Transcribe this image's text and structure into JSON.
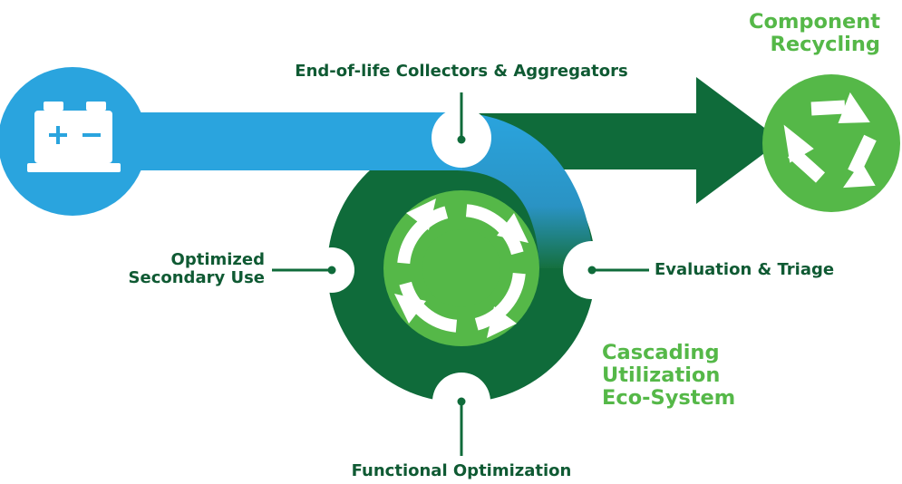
{
  "labels": {
    "component_recycling": [
      "Component",
      "Recycling"
    ],
    "collectors": "End-of-life Collectors & Aggregators",
    "secondary_use": [
      "Optimized",
      "Secondary Use"
    ],
    "evaluation": "Evaluation & Triage",
    "cascading": [
      "Cascading",
      "Utilization",
      "Eco-System"
    ],
    "functional": "Functional Optimization"
  },
  "icons": {
    "battery": "battery-icon",
    "recycle": "recycle-icon",
    "cycle": "cycle-arrows-icon"
  },
  "colors": {
    "blue": "#2aa4de",
    "dark_green": "#0f6b3a",
    "mid_green": "#1f7a3f",
    "light_green": "#55b848",
    "text_dark_green": "#0f5a33",
    "white": "#ffffff"
  }
}
